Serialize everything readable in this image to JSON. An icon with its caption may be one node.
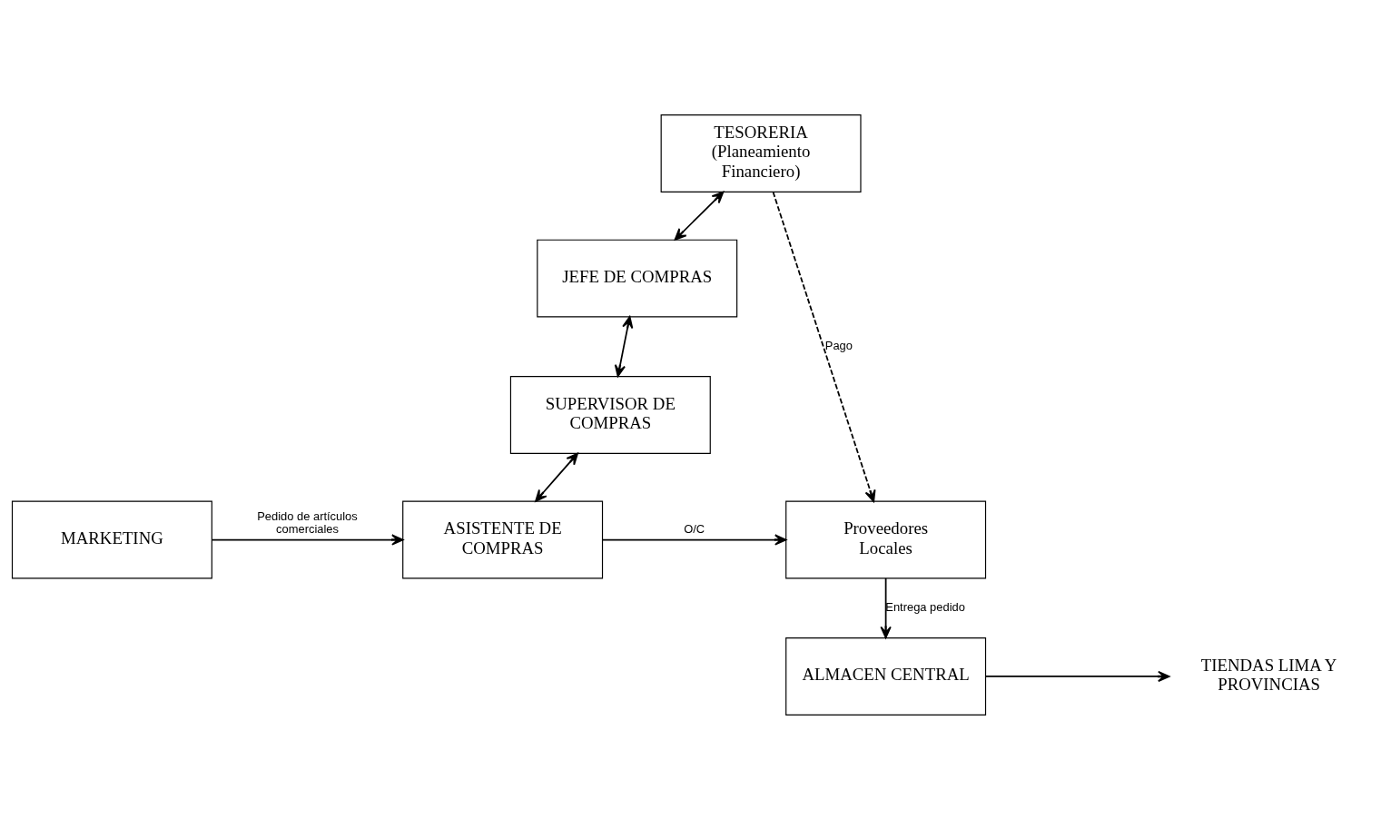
{
  "diagram": {
    "nodes": [
      {
        "text": [
          "TESORERIA (Planeamiento Financiero)"
        ]
      },
      {
        "text": [
          "JEFE DE COMPRAS"
        ]
      },
      {
        "text": [
          "SUPERVISOR DE COMPRAS"
        ]
      },
      {
        "text": [
          "MARKETING"
        ]
      },
      {
        "text": [
          "ASISTENTE DE COMPRAS"
        ]
      },
      {
        "text": [
          "Proveedores Locales"
        ]
      },
      {
        "text": [
          "TIENDAS LIMA Y PROVINCIAS"
        ]
      },
      {
        "text": [
          "ALMACEN CENTRAL"
        ]
      }
    ],
    "edges": [
      {
        "from": 0,
        "to": 1,
        "arrow": "both"
      },
      {
        "from": 1,
        "to": 2,
        "arrow": "both"
      },
      {
        "from": 2,
        "to": 4,
        "arrow": "both"
      },
      {
        "from": 3,
        "to": 4,
        "arrow": "to",
        "label": "Pedido de artículos comerciales"
      },
      {
        "from": 4,
        "to": 5,
        "arrow": "to",
        "label": "O/C"
      },
      {
        "from": 0,
        "to": 5,
        "arrow": "to",
        "label": "Pago",
        "style": "dashed"
      },
      {
        "from": 5,
        "to": 7,
        "arrow": "to",
        "label": "Entrega pedido"
      },
      {
        "from": 7,
        "to": 6,
        "arrow": "to"
      }
    ]
  }
}
